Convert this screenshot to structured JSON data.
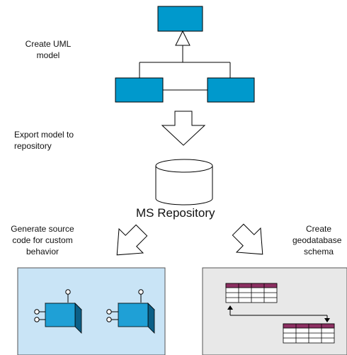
{
  "labels": {
    "create_uml": [
      "Create UML",
      "model"
    ],
    "export_model": [
      "Export model to",
      "repository"
    ],
    "ms_repository": "MS Repository",
    "generate_code": [
      "Generate source",
      "code for custom",
      "behavior"
    ],
    "create_schema": [
      "Create",
      "geodatabase",
      "schema"
    ]
  },
  "colors": {
    "uml_class": "#0099cc",
    "component": "#1fa0d6",
    "component_shadow": "#0b5f87",
    "code_panel": "#c9e4f6",
    "schema_panel": "#e8e8e8",
    "table_header": "#8c2f62"
  }
}
